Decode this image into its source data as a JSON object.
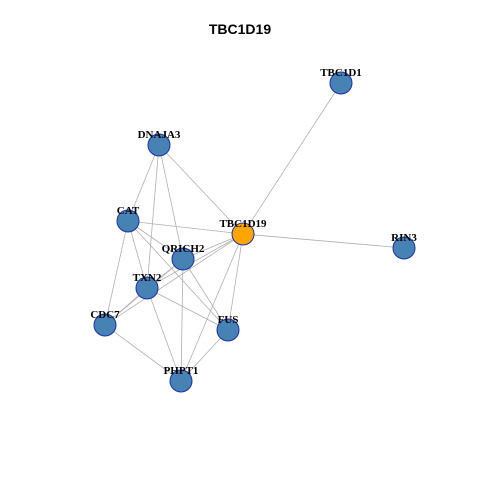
{
  "title": "TBC1D19",
  "colors": {
    "node": "#4682b4",
    "center": "#ffa500",
    "edge": "#b0b0b0",
    "border": "#1d2fa8"
  },
  "nodes": [
    {
      "id": "TBC1D1",
      "label": "TBC1D1",
      "center": false
    },
    {
      "id": "DNAJA3",
      "label": "DNAJA3",
      "center": false
    },
    {
      "id": "CAT",
      "label": "CAT",
      "center": false
    },
    {
      "id": "TBC1D19",
      "label": "TBC1D19",
      "center": true
    },
    {
      "id": "RIN3",
      "label": "RIN3",
      "center": false
    },
    {
      "id": "QRICH2",
      "label": "QRICH2",
      "center": false
    },
    {
      "id": "TXN2",
      "label": "TXN2",
      "center": false
    },
    {
      "id": "CDC7",
      "label": "CDC7",
      "center": false
    },
    {
      "id": "FUS",
      "label": "FUS",
      "center": false
    },
    {
      "id": "PHPT1",
      "label": "PHPT1",
      "center": false
    }
  ],
  "edges": [
    [
      "TBC1D19",
      "TBC1D1"
    ],
    [
      "TBC1D19",
      "RIN3"
    ],
    [
      "TBC1D19",
      "DNAJA3"
    ],
    [
      "TBC1D19",
      "CAT"
    ],
    [
      "TBC1D19",
      "QRICH2"
    ],
    [
      "TBC1D19",
      "TXN2"
    ],
    [
      "TBC1D19",
      "CDC7"
    ],
    [
      "TBC1D19",
      "FUS"
    ],
    [
      "TBC1D19",
      "PHPT1"
    ],
    [
      "DNAJA3",
      "CAT"
    ],
    [
      "DNAJA3",
      "QRICH2"
    ],
    [
      "DNAJA3",
      "TXN2"
    ],
    [
      "CAT",
      "QRICH2"
    ],
    [
      "CAT",
      "TXN2"
    ],
    [
      "CAT",
      "CDC7"
    ],
    [
      "CAT",
      "FUS"
    ],
    [
      "QRICH2",
      "TXN2"
    ],
    [
      "QRICH2",
      "CDC7"
    ],
    [
      "QRICH2",
      "FUS"
    ],
    [
      "QRICH2",
      "PHPT1"
    ],
    [
      "TXN2",
      "CDC7"
    ],
    [
      "TXN2",
      "FUS"
    ],
    [
      "TXN2",
      "PHPT1"
    ],
    [
      "CDC7",
      "PHPT1"
    ],
    [
      "FUS",
      "PHPT1"
    ]
  ]
}
